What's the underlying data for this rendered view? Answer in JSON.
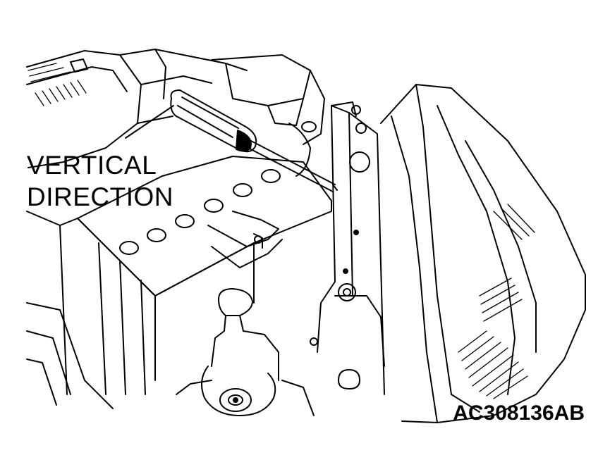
{
  "figure": {
    "callout_label": {
      "line1": "VERTICAL",
      "line2": "DIRECTION"
    },
    "figure_code": "AC308136AB"
  },
  "colors": {
    "ink": "#000000",
    "background": "#ffffff"
  }
}
